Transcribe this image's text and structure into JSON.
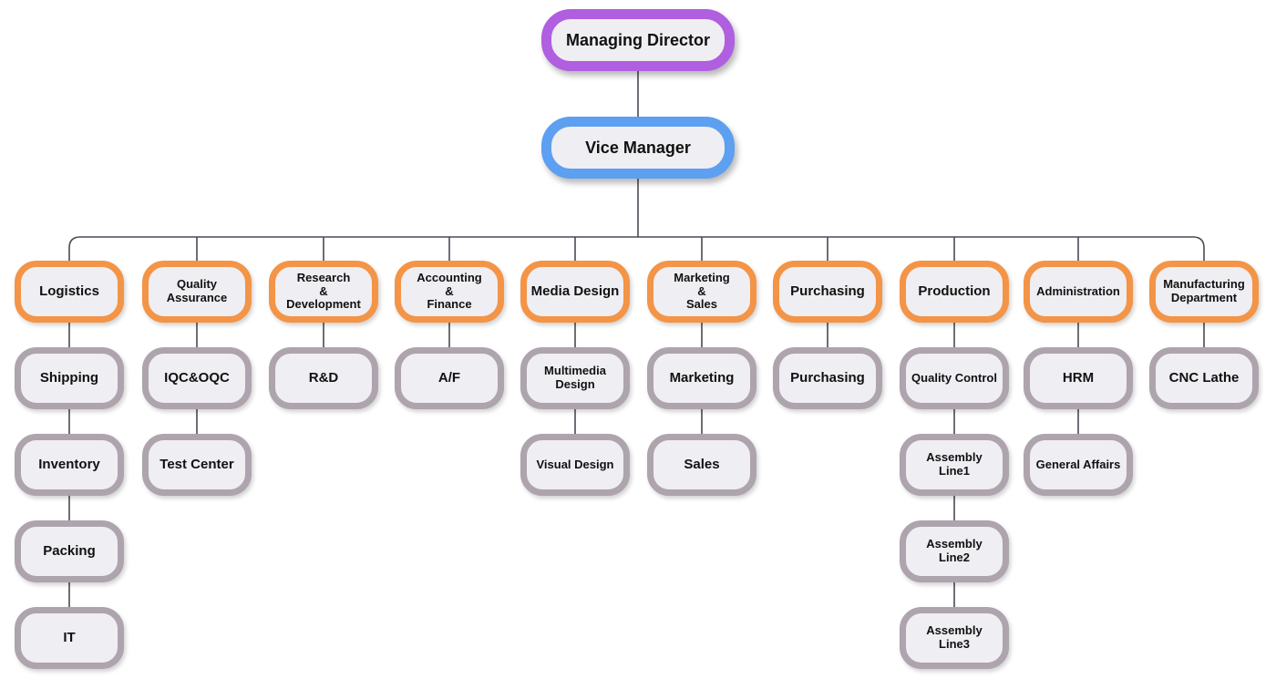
{
  "colors": {
    "top": "#b05fe0",
    "vice": "#5d9ff0",
    "department": "#f39447",
    "unit": "#ada4ad",
    "connector": "#4a4a55"
  },
  "root": {
    "label": "Managing Director"
  },
  "vice": {
    "label": "Vice Manager"
  },
  "departments": [
    {
      "name": "Logistics",
      "label": [
        "Logistics"
      ],
      "units": [
        [
          "Shipping"
        ],
        [
          "Inventory"
        ],
        [
          "Packing"
        ],
        [
          "IT"
        ]
      ]
    },
    {
      "name": "Quality Assurance",
      "label": [
        "Quality",
        "Assurance"
      ],
      "units": [
        [
          "IQC&OQC"
        ],
        [
          "Test Center"
        ]
      ]
    },
    {
      "name": "Research & Development",
      "label": [
        "Research",
        "&",
        "Development"
      ],
      "units": [
        [
          "R&D"
        ]
      ]
    },
    {
      "name": "Accounting & Finance",
      "label": [
        "Accounting",
        "&",
        "Finance"
      ],
      "units": [
        [
          "A/F"
        ]
      ]
    },
    {
      "name": "Media Design",
      "label": [
        "Media Design"
      ],
      "units": [
        [
          "Multimedia",
          "Design"
        ],
        [
          "Visual Design"
        ]
      ]
    },
    {
      "name": "Marketing & Sales",
      "label": [
        "Marketing",
        "&",
        "Sales"
      ],
      "units": [
        [
          "Marketing"
        ],
        [
          "Sales"
        ]
      ]
    },
    {
      "name": "Purchasing",
      "label": [
        "Purchasing"
      ],
      "units": [
        [
          "Purchasing"
        ]
      ]
    },
    {
      "name": "Production",
      "label": [
        "Production"
      ],
      "units": [
        [
          "Quality Control"
        ],
        [
          "Assembly",
          "Line1"
        ],
        [
          "Assembly",
          "Line2"
        ],
        [
          "Assembly",
          "Line3"
        ]
      ]
    },
    {
      "name": "Administration",
      "label": [
        "Administration"
      ],
      "units": [
        [
          "HRM"
        ],
        [
          "General Affairs"
        ]
      ]
    },
    {
      "name": "Manufacturing Department",
      "label": [
        "Manufacturing",
        "Department"
      ],
      "units": [
        [
          "CNC Lathe"
        ]
      ]
    }
  ]
}
